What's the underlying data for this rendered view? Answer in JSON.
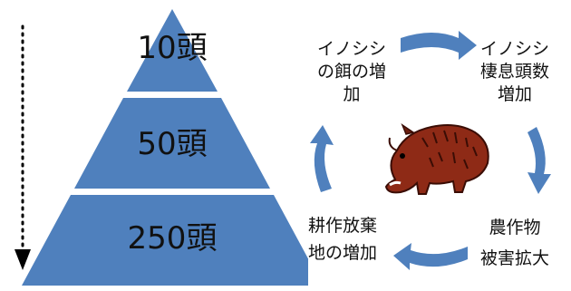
{
  "pyramid": {
    "tiers": [
      {
        "label": "10頭"
      },
      {
        "label": "50頭"
      },
      {
        "label": "250頭"
      }
    ],
    "fill_color": "#4f80bd"
  },
  "cycle": {
    "steps": [
      {
        "label": "イノシシ\nの餌の増\n加"
      },
      {
        "label": "イノシシ\n棲息頭数\n増加"
      },
      {
        "label": "農作物\n被害拡大"
      },
      {
        "label": "耕作放棄\n地の増加"
      }
    ],
    "arrow_color": "#4f80bd",
    "center_image": "boar-illustration"
  },
  "icons": {
    "vertical_arrow": "dotted-down-arrow-icon"
  }
}
